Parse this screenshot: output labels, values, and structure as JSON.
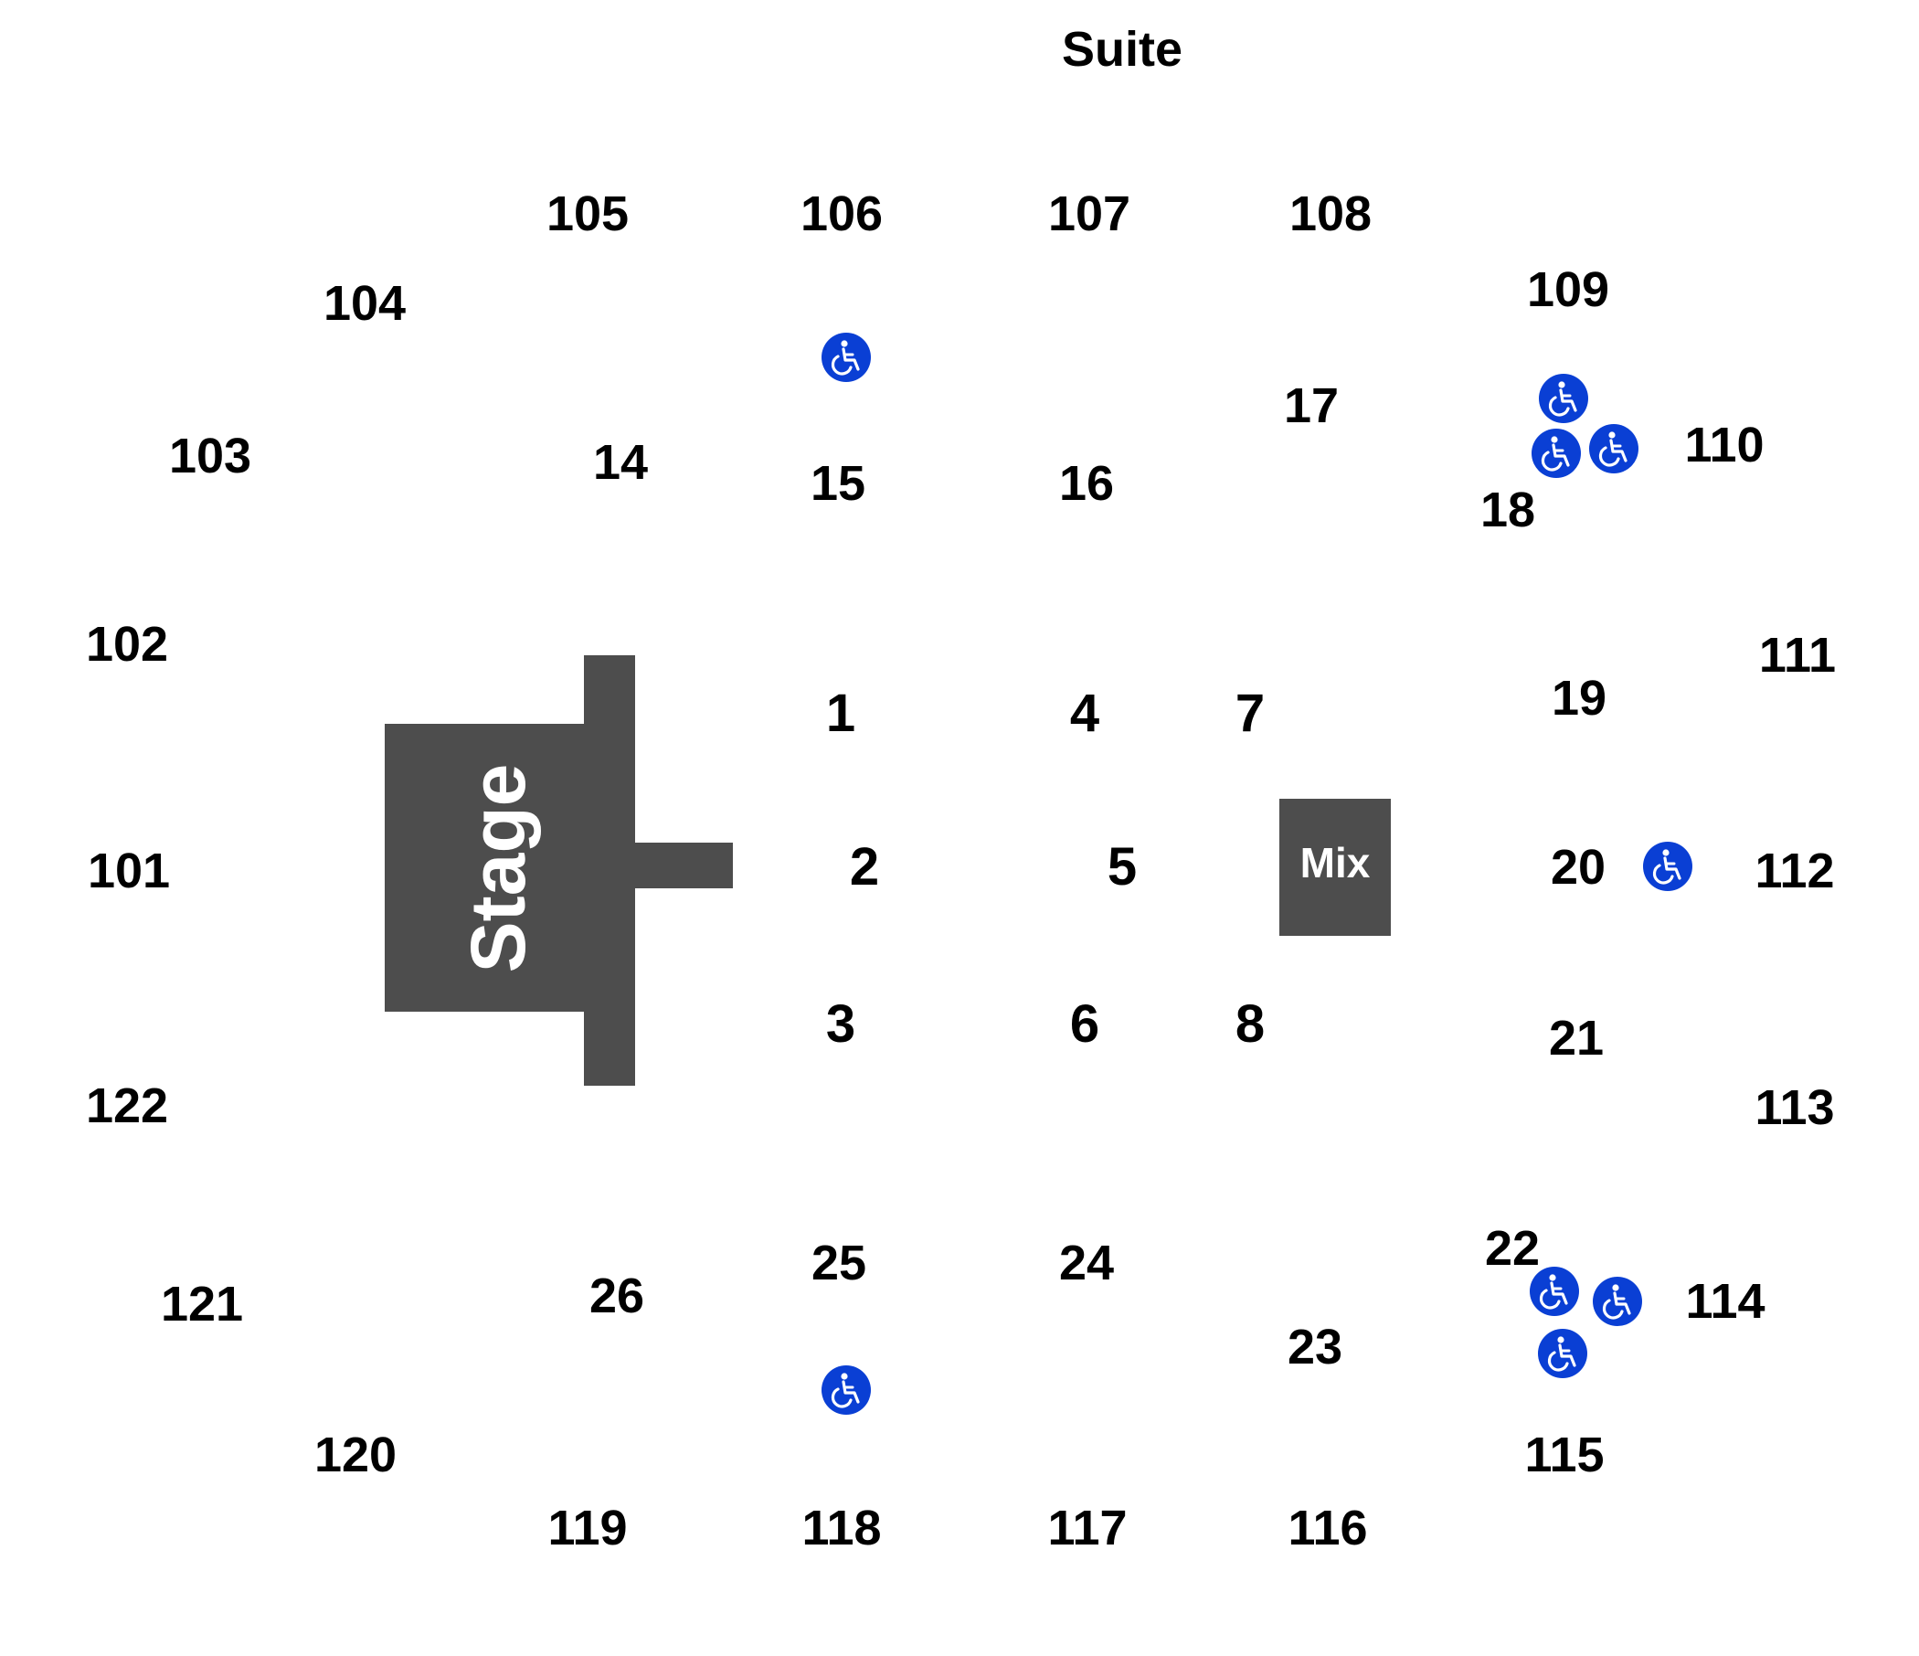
{
  "suite_label": "Suite",
  "stage_label": "Stage",
  "mix_label": "Mix",
  "colors": {
    "block": "#4d4d4d",
    "accessible": "#0a3fd4",
    "text": "#000000",
    "block_text": "#ffffff"
  },
  "accessible_icon": "wheelchair-icon",
  "sections": {
    "s101": "101",
    "s102": "102",
    "s103": "103",
    "s104": "104",
    "s105": "105",
    "s106": "106",
    "s107": "107",
    "s108": "108",
    "s109": "109",
    "s110": "110",
    "s111": "111",
    "s112": "112",
    "s113": "113",
    "s114": "114",
    "s115": "115",
    "s116": "116",
    "s117": "117",
    "s118": "118",
    "s119": "119",
    "s120": "120",
    "s121": "121",
    "s122": "122",
    "s1": "1",
    "s2": "2",
    "s3": "3",
    "s4": "4",
    "s5": "5",
    "s6": "6",
    "s7": "7",
    "s8": "8",
    "s14": "14",
    "s15": "15",
    "s16": "16",
    "s17": "17",
    "s18": "18",
    "s19": "19",
    "s20": "20",
    "s21": "21",
    "s22": "22",
    "s23": "23",
    "s24": "24",
    "s25": "25",
    "s26": "26"
  }
}
